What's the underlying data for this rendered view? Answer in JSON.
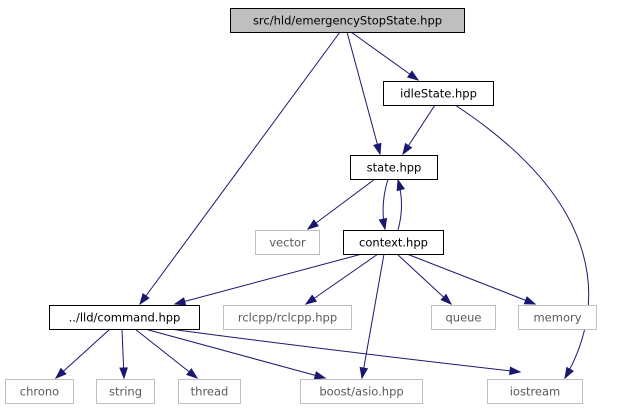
{
  "colors": {
    "edge": "#191970",
    "root_fill": "#bfbfbf",
    "external_border": "#bfbfbf",
    "local_border": "#000000"
  },
  "nodes": [
    {
      "id": "root",
      "label": "src/hld/emergencyStopState.hpp",
      "kind": "root"
    },
    {
      "id": "idle",
      "label": "idleState.hpp",
      "kind": "local"
    },
    {
      "id": "state",
      "label": "state.hpp",
      "kind": "local"
    },
    {
      "id": "vector",
      "label": "vector",
      "kind": "external"
    },
    {
      "id": "context",
      "label": "context.hpp",
      "kind": "local"
    },
    {
      "id": "command",
      "label": "../lld/command.hpp",
      "kind": "local"
    },
    {
      "id": "rclcpp",
      "label": "rclcpp/rclcpp.hpp",
      "kind": "external"
    },
    {
      "id": "queue",
      "label": "queue",
      "kind": "external"
    },
    {
      "id": "memory",
      "label": "memory",
      "kind": "external"
    },
    {
      "id": "chrono",
      "label": "chrono",
      "kind": "external"
    },
    {
      "id": "string",
      "label": "string",
      "kind": "external"
    },
    {
      "id": "thread",
      "label": "thread",
      "kind": "external"
    },
    {
      "id": "boost",
      "label": "boost/asio.hpp",
      "kind": "external"
    },
    {
      "id": "iostream",
      "label": "iostream",
      "kind": "external"
    }
  ],
  "edges": [
    {
      "from": "root",
      "to": "idle"
    },
    {
      "from": "root",
      "to": "state"
    },
    {
      "from": "root",
      "to": "command"
    },
    {
      "from": "idle",
      "to": "state"
    },
    {
      "from": "idle",
      "to": "iostream"
    },
    {
      "from": "state",
      "to": "vector"
    },
    {
      "from": "state",
      "to": "context"
    },
    {
      "from": "context",
      "to": "state"
    },
    {
      "from": "context",
      "to": "command"
    },
    {
      "from": "context",
      "to": "rclcpp"
    },
    {
      "from": "context",
      "to": "boost"
    },
    {
      "from": "context",
      "to": "queue"
    },
    {
      "from": "context",
      "to": "memory"
    },
    {
      "from": "command",
      "to": "chrono"
    },
    {
      "from": "command",
      "to": "string"
    },
    {
      "from": "command",
      "to": "thread"
    },
    {
      "from": "command",
      "to": "boost"
    },
    {
      "from": "command",
      "to": "iostream"
    }
  ]
}
